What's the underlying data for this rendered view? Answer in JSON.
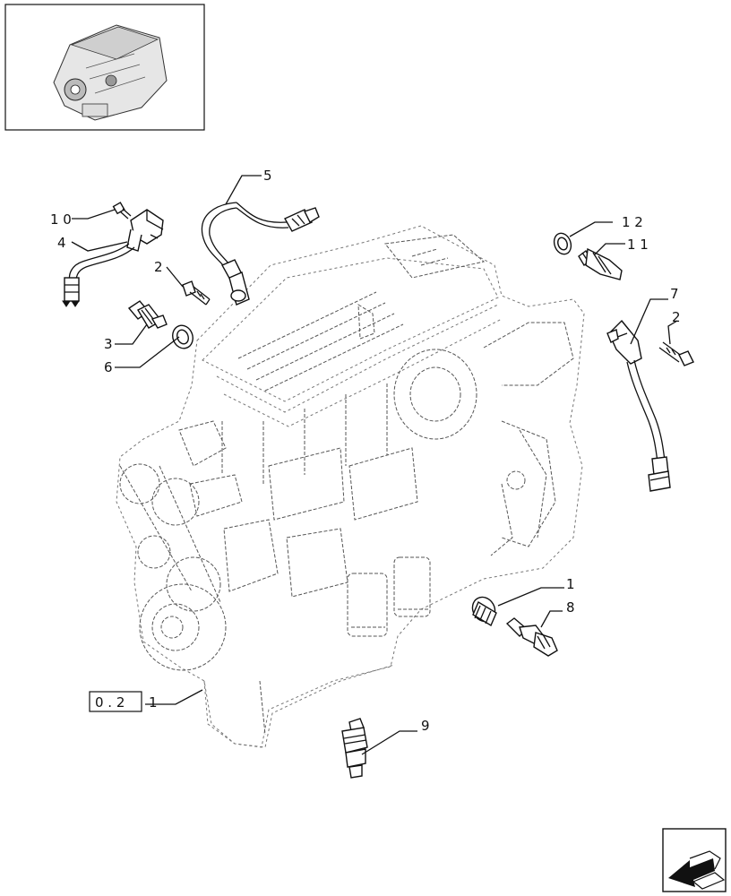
{
  "labels": [
    {
      "id": "callout-1-upper",
      "text": "1"
    },
    {
      "id": "callout-1-lower",
      "text": "1"
    },
    {
      "id": "callout-2-left",
      "text": "2"
    },
    {
      "id": "callout-2-right",
      "text": "2"
    },
    {
      "id": "callout-3",
      "text": "3"
    },
    {
      "id": "callout-4",
      "text": "4"
    },
    {
      "id": "callout-5",
      "text": "5"
    },
    {
      "id": "callout-6",
      "text": "6"
    },
    {
      "id": "callout-7",
      "text": "7"
    },
    {
      "id": "callout-8",
      "text": "8"
    },
    {
      "id": "callout-9",
      "text": "9"
    },
    {
      "id": "callout-10",
      "text": "1 0"
    },
    {
      "id": "callout-11",
      "text": "1 1"
    },
    {
      "id": "callout-12",
      "text": "1 2"
    }
  ],
  "reference_box": {
    "text": "0 . 2"
  },
  "icons": {
    "thumbnail": "engine-thumbnail-icon",
    "navigation": "previous-page-arrow-icon"
  }
}
